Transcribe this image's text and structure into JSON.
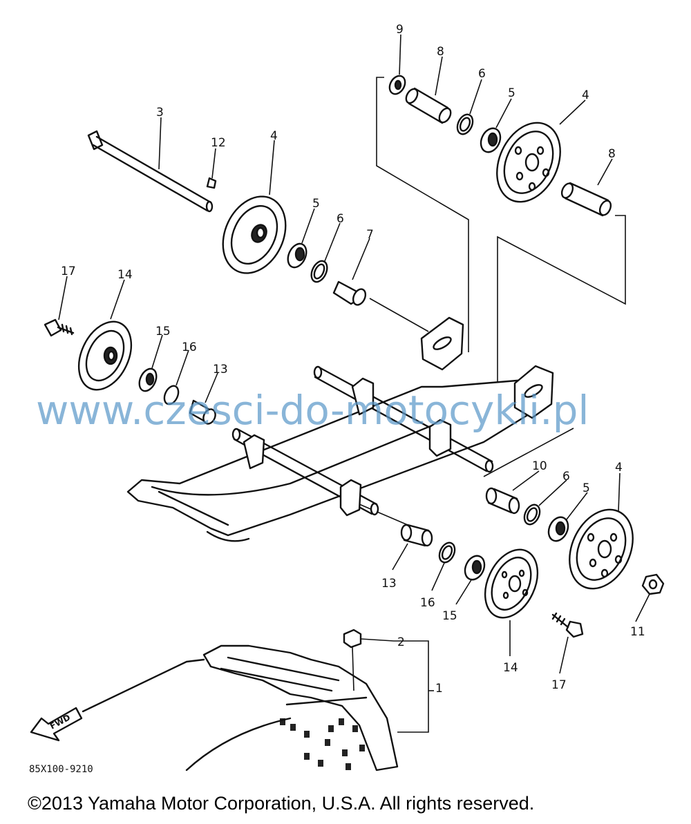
{
  "diagram": {
    "part_code": "85X100-9210",
    "watermark": "www.czesci-do-motocykli.pl",
    "copyright": "©2013 Yamaha Motor Corporation, U.S.A. All rights reserved.",
    "fwd_label": "FWD",
    "callouts": {
      "c1": "1",
      "c2": "2",
      "c3": "3",
      "c4a": "4",
      "c4b": "4",
      "c4c": "4",
      "c5a": "5",
      "c5b": "5",
      "c5c": "5",
      "c6a": "6",
      "c6b": "6",
      "c6c": "6",
      "c7": "7",
      "c8a": "8",
      "c8b": "8",
      "c9": "9",
      "c10": "10",
      "c11": "11",
      "c12": "12",
      "c13a": "13",
      "c13b": "13",
      "c14a": "14",
      "c14b": "14",
      "c15a": "15",
      "c15b": "15",
      "c16a": "16",
      "c16b": "16",
      "c17a": "17",
      "c17b": "17"
    }
  }
}
